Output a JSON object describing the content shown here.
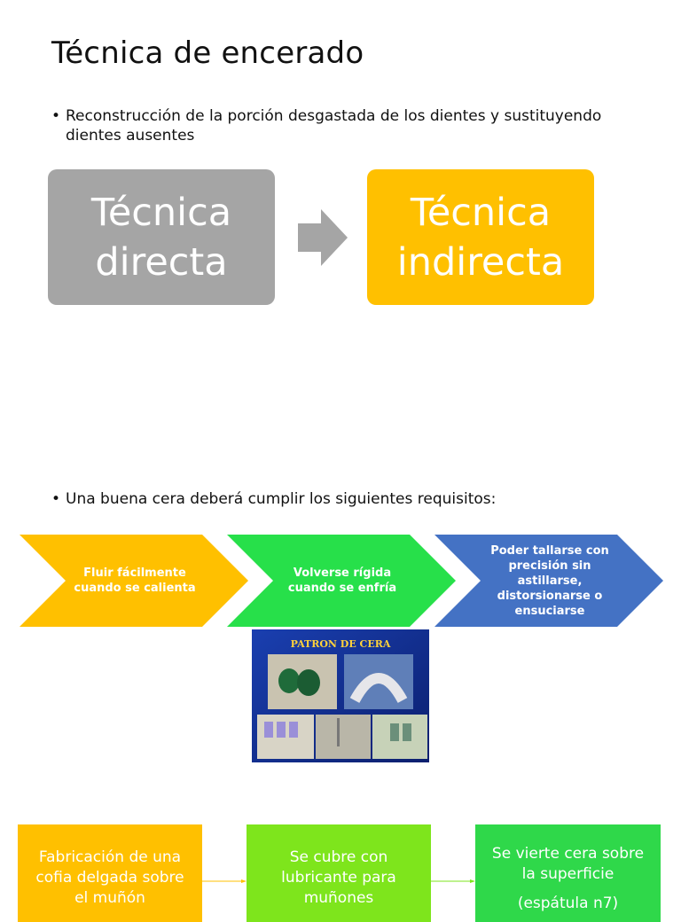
{
  "title": "Técnica de encerado",
  "bullets": [
    "Reconstrucción de la porción desgastada de los dientes y sustituyendo dientes ausentes",
    "Una buena cera deberá cumplir los siguientes requisitos:"
  ],
  "bullet_symbol": "•",
  "techniques": {
    "direct": "Técnica directa",
    "indirect": "Técnica indirecta",
    "direct_color": "#a5a5a5",
    "indirect_color": "#ffc000"
  },
  "requirements": [
    {
      "text": "Fluir fácilmente cuando se calienta",
      "color": "#ffc000"
    },
    {
      "text": "Volverse rígida cuando se enfría",
      "color": "#27e04a"
    },
    {
      "text": "Poder tallarse con precisión sin astillarse, distorsionarse o ensuciarse",
      "color": "#4472c4"
    }
  ],
  "photo": {
    "caption": "PATRON DE CERA"
  },
  "steps": [
    {
      "text": "Fabricación de una cofia delgada sobre el muñón"
    },
    {
      "text": "Se cubre con lubricante para muñones"
    },
    {
      "text": "Se vierte cera sobre la superficie",
      "subtext": "(espátula n7)"
    }
  ]
}
